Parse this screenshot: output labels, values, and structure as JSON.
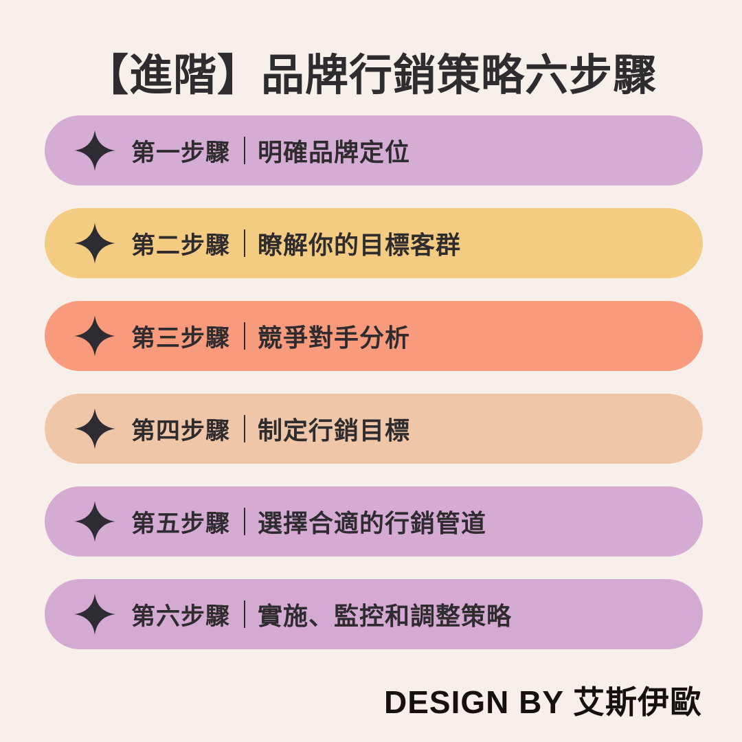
{
  "canvas": {
    "background_color": "#F7EFE9",
    "text_color": "#2E2C2E"
  },
  "header": {
    "title": "【進階】品牌行銷策略六步驟"
  },
  "steps": [
    {
      "icon": "sparkle-four-point-star-icon",
      "label": "第一步驟",
      "divider": "│",
      "text": "明確品牌定位",
      "color": "#D5ACD3"
    },
    {
      "icon": "sparkle-four-point-star-icon",
      "label": "第二步驟",
      "divider": "│",
      "text": "瞭解你的目標客群",
      "color": "#F4CC81"
    },
    {
      "icon": "sparkle-four-point-star-icon",
      "label": "第三步驟",
      "divider": "│",
      "text": "競爭對手分析",
      "color": "#F89A7C"
    },
    {
      "icon": "sparkle-four-point-star-icon",
      "label": "第四步驟",
      "divider": "│",
      "text": "制定行銷目標",
      "color": "#F0C6A9"
    },
    {
      "icon": "sparkle-four-point-star-icon",
      "label": "第五步驟",
      "divider": "│",
      "text": "選擇合適的行銷管道",
      "color": "#D5ABD4"
    },
    {
      "icon": "sparkle-four-point-star-icon",
      "label": "第六步驟",
      "divider": "│",
      "text": "實施、監控和調整策略",
      "color": "#D4AAD3"
    }
  ],
  "footer": {
    "credit_latin": "DESIGN BY ",
    "credit_cjk": "艾斯伊歐"
  }
}
